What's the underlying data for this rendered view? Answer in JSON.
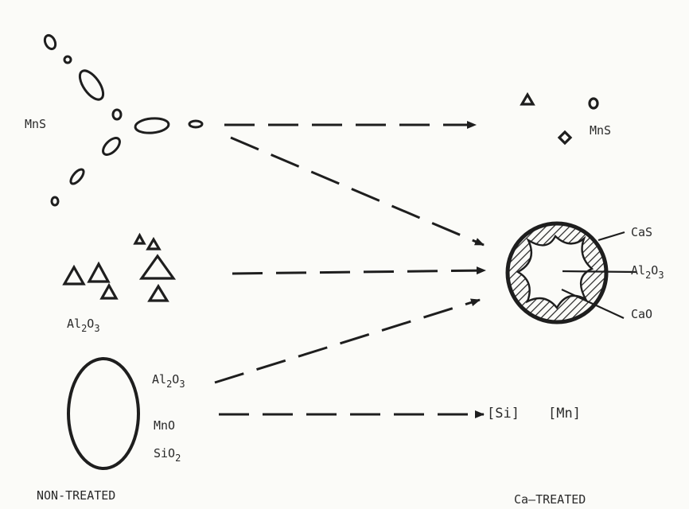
{
  "diagram": {
    "left_labels": {
      "mns": "MnS",
      "al2o3": {
        "main": "Al",
        "sub1": "2",
        "mid": "O",
        "sub2": "3"
      },
      "oxide_al2o3": {
        "main": "Al",
        "sub1": "2",
        "mid": "O",
        "sub2": "3"
      },
      "oxide_mno": "MnO",
      "oxide_sio2": {
        "main": "SiO",
        "sub": "2"
      },
      "footer": "NON-TREATED"
    },
    "right_labels": {
      "mns": "MnS",
      "cas": "CaS",
      "al2o3": {
        "main": "Al",
        "sub1": "2",
        "mid": "O",
        "sub2": "3"
      },
      "cao": "CaO",
      "si": "[Si]",
      "mn": "[Mn]",
      "footer": "Ca–TREATED"
    }
  }
}
